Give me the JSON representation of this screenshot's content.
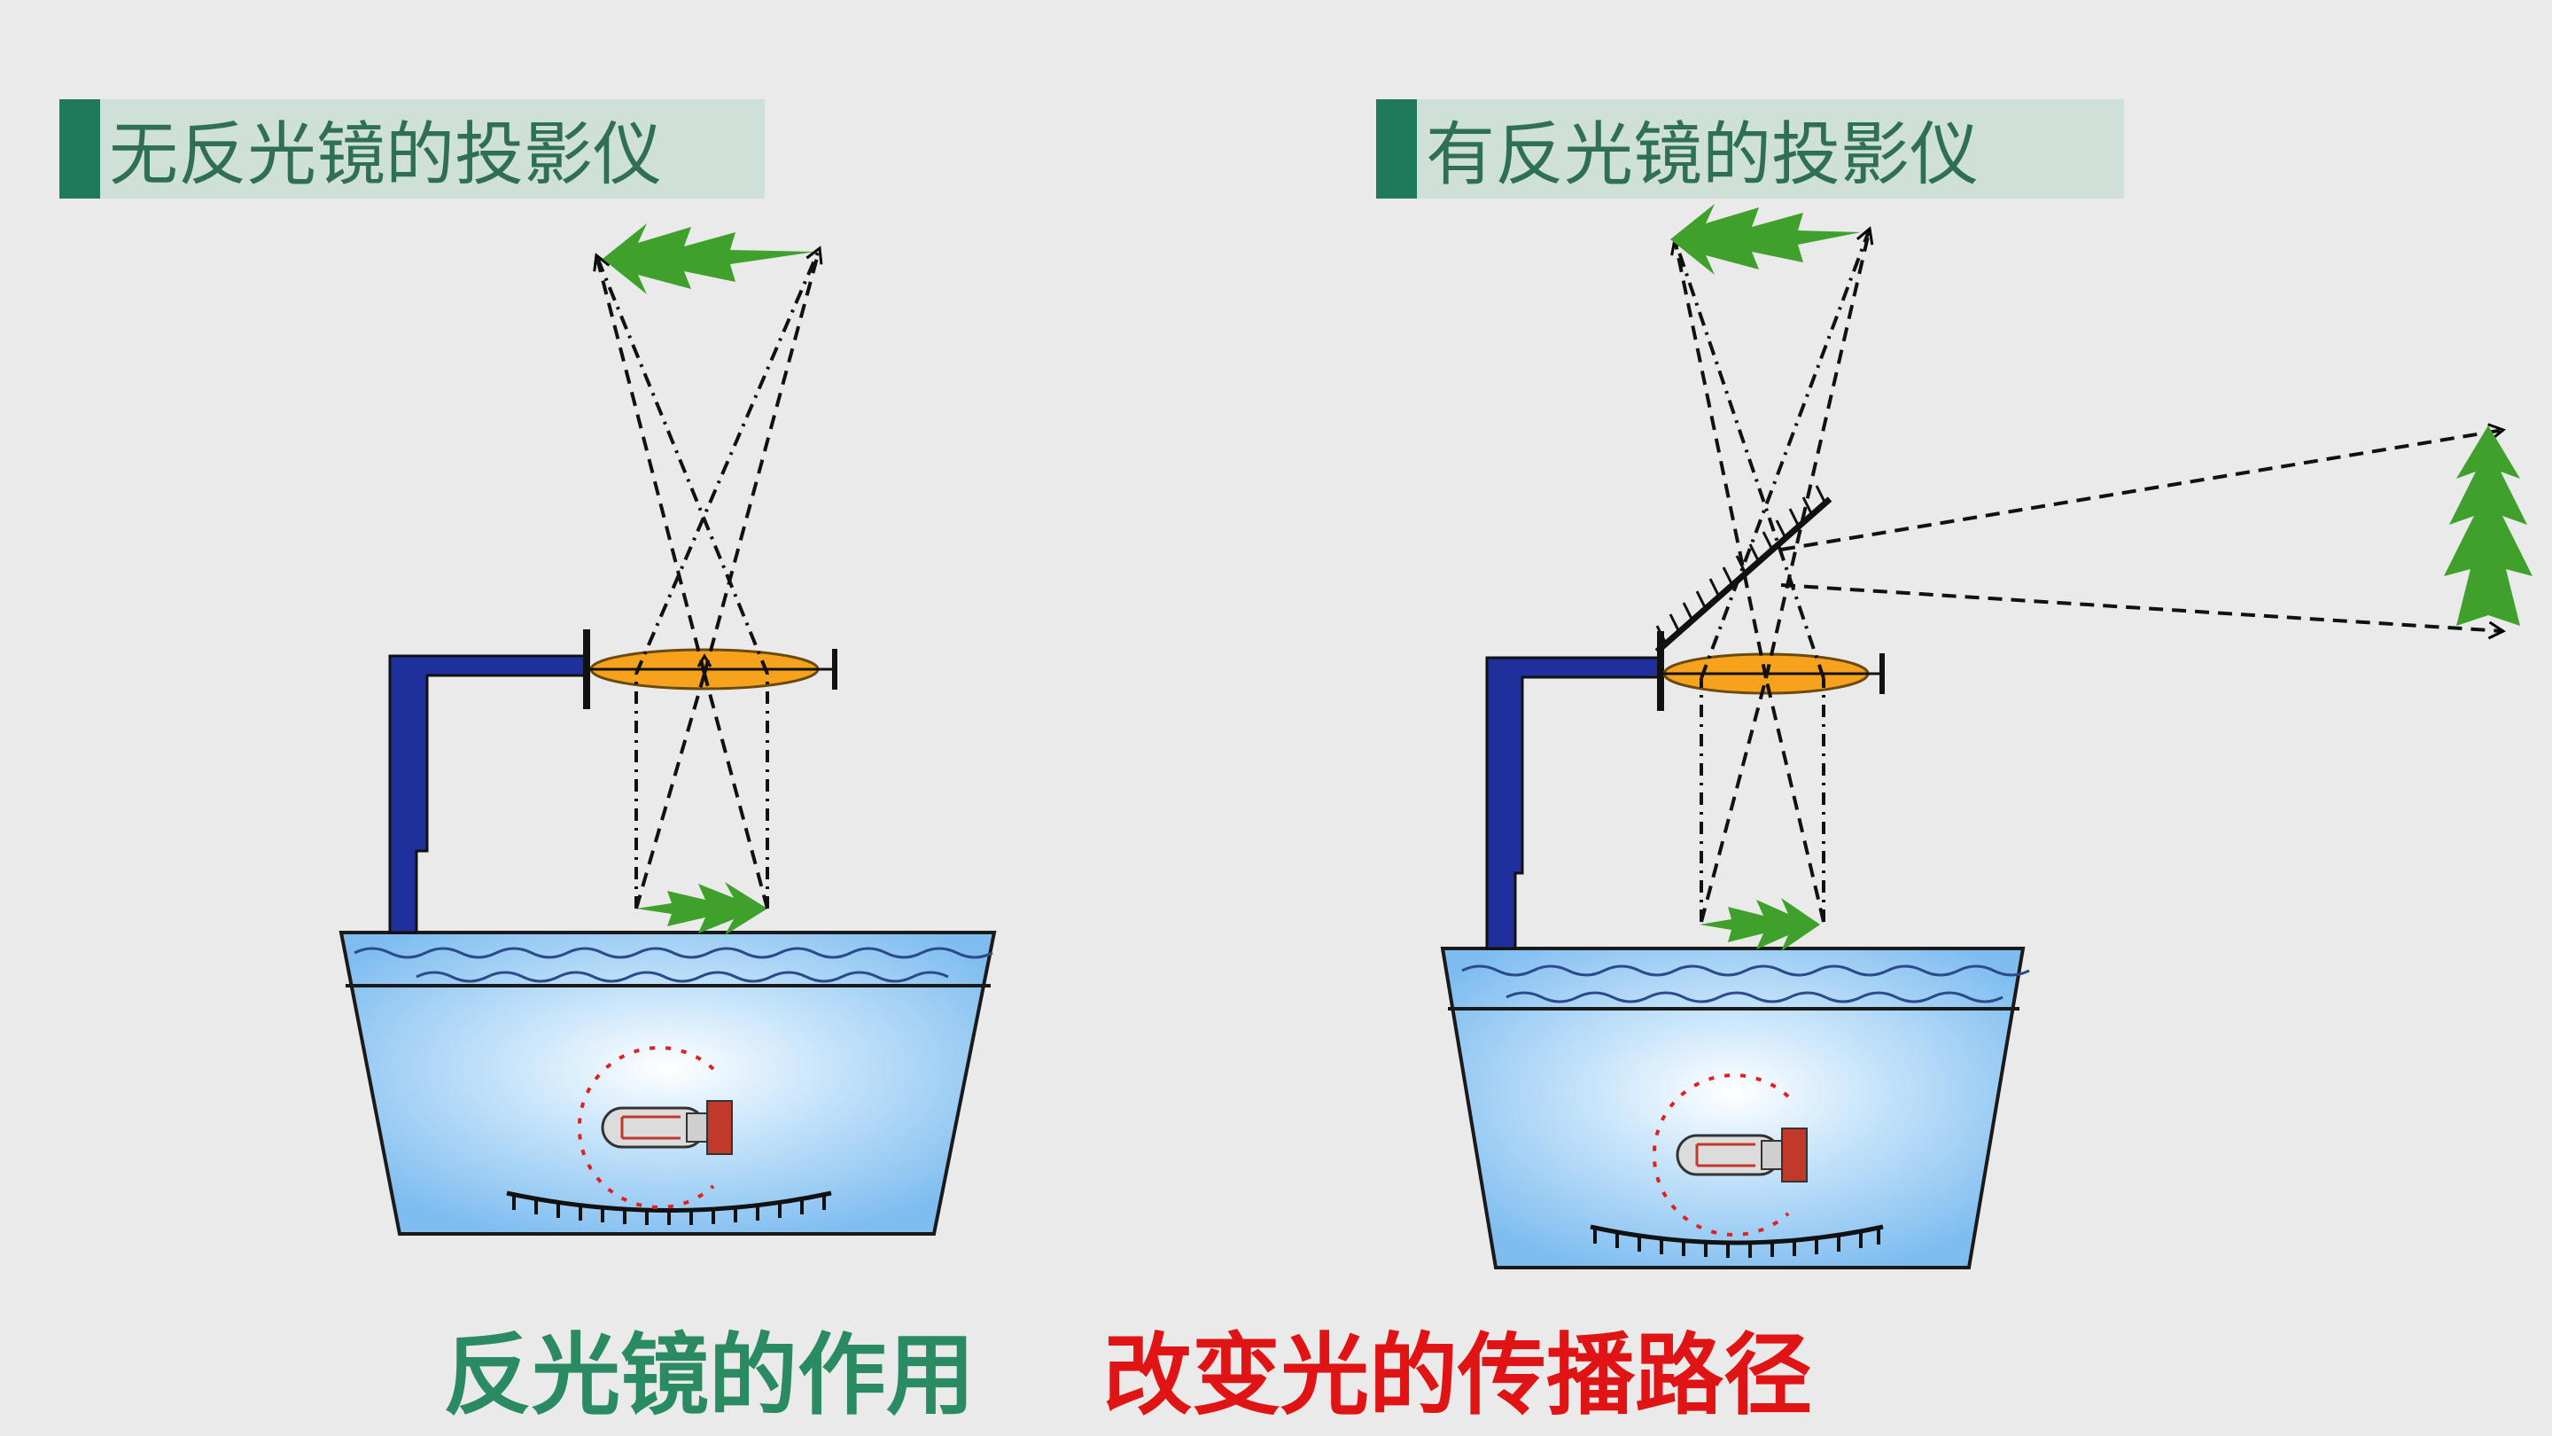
{
  "titles": {
    "left": "无反光镜的投影仪",
    "right": "有反光镜的投影仪"
  },
  "captions": {
    "effect": "反光镜的作用",
    "answer": "改变光的传播路径"
  },
  "colors": {
    "background": "#e9eae9",
    "title_bar": "#1e7a5a",
    "title_fill": "#cfe0d8",
    "caption_green": "#2a8a62",
    "caption_red": "#e01414",
    "arm": "#1f2f9c",
    "lens": "#f6a21c",
    "water": "#8fc7f0",
    "tree": "#3fa02c"
  },
  "icons": [
    "lamp-icon",
    "tree-icon",
    "mirror-icon",
    "lens-icon"
  ]
}
